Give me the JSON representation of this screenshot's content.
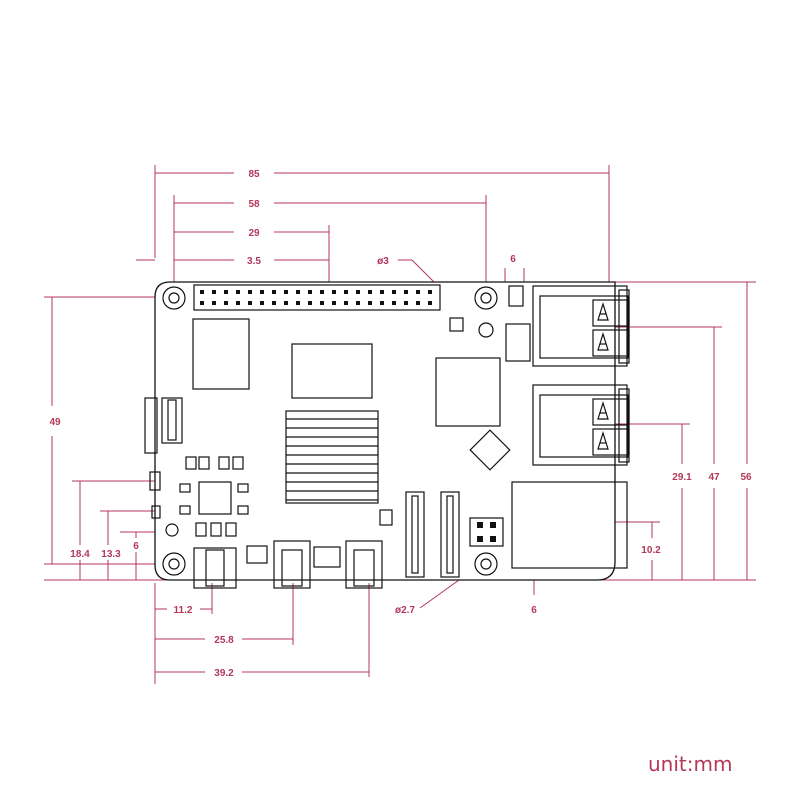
{
  "colors": {
    "dimension": "#b5375a",
    "outline": "#111111"
  },
  "unit_label": "unit:mm",
  "dimensions": {
    "board_width": "85",
    "hole_span": "58",
    "header_offset": "29",
    "hole_offset": "3.5",
    "hole_diameter_top": "ø3",
    "hole_diameter_bottom": "ø2.7",
    "top_right_6": "6",
    "bottom_right_6": "6",
    "left_6": "6",
    "height_49": "49",
    "height_18_4": "18.4",
    "height_13_3": "13.3",
    "usb_c_11_2": "11.2",
    "hdmi_25_8": "25.8",
    "hdmi_39_2": "39.2",
    "ethernet_10_2": "10.2",
    "usb_29_1": "29.1",
    "usb_47": "47",
    "board_height_56": "56"
  }
}
